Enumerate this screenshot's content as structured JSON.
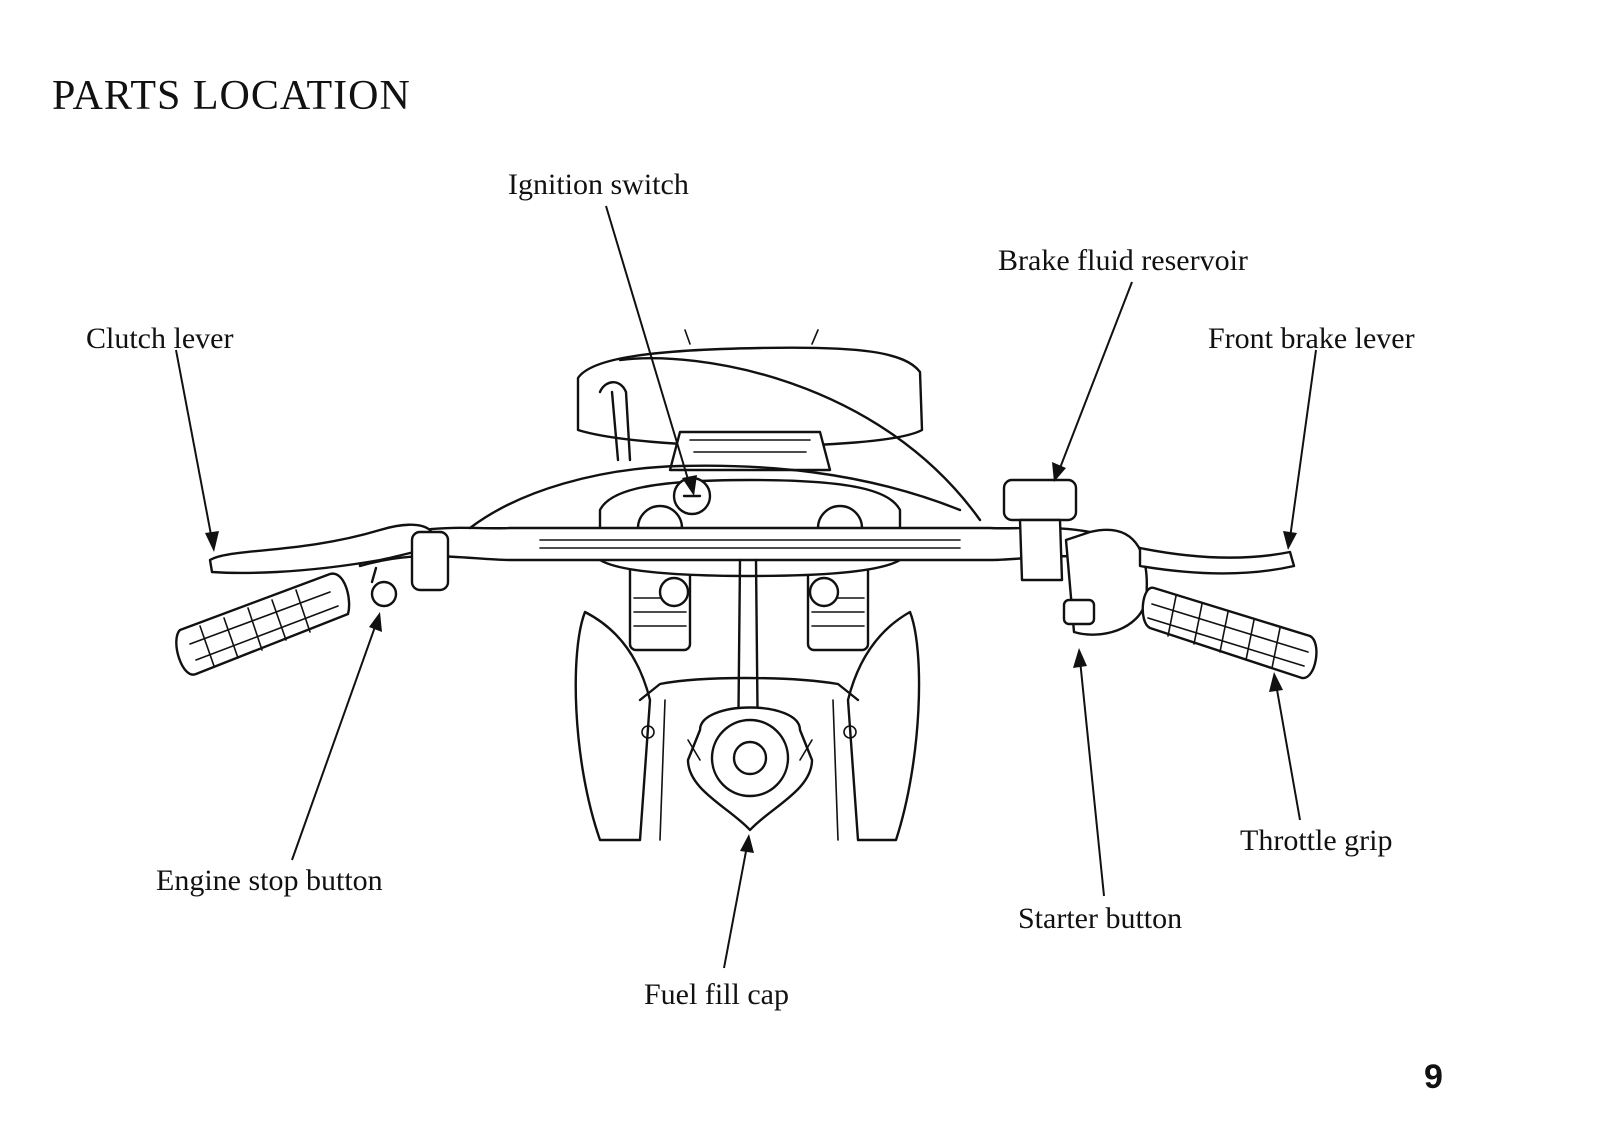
{
  "page": {
    "title": "PARTS LOCATION",
    "page_number": "9"
  },
  "callouts": {
    "ignition_switch": "Ignition switch",
    "brake_fluid_reservoir": "Brake fluid reservoir",
    "clutch_lever": "Clutch lever",
    "front_brake_lever": "Front brake lever",
    "engine_stop_button": "Engine stop button",
    "fuel_fill_cap": "Fuel fill cap",
    "starter_button": "Starter button",
    "throttle_grip": "Throttle grip"
  }
}
